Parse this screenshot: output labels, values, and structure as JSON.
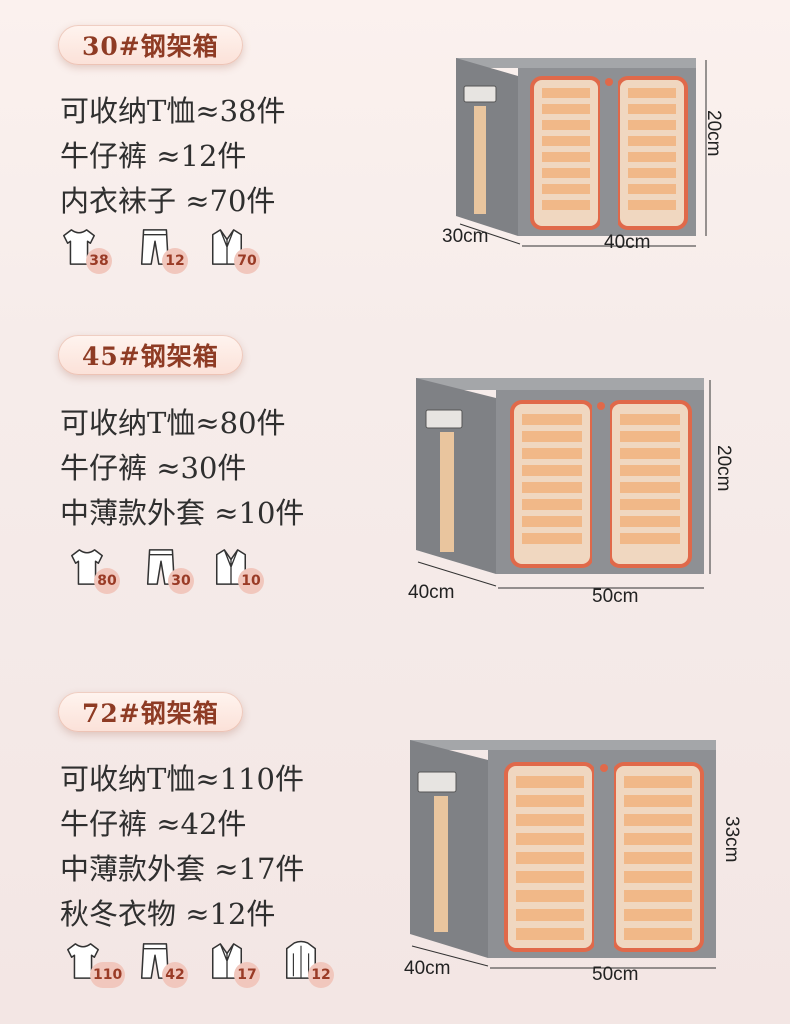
{
  "sections": [
    {
      "title": "30#钢架箱",
      "lines": [
        "可收纳T恤≈38件",
        "牛仔裤 ≈12件",
        "内衣袜子 ≈70件"
      ],
      "icons": [
        {
          "icon": "tshirt-icon",
          "count": "38"
        },
        {
          "icon": "pants-icon",
          "count": "12"
        },
        {
          "icon": "jacket-icon",
          "count": "70"
        }
      ],
      "dims": {
        "height": "20cm",
        "depth": "30cm",
        "width": "40cm"
      }
    },
    {
      "title": "45#钢架箱",
      "lines": [
        "可收纳T恤≈80件",
        "牛仔裤 ≈30件",
        "中薄款外套 ≈10件"
      ],
      "icons": [
        {
          "icon": "tshirt-icon",
          "count": "80"
        },
        {
          "icon": "pants-icon",
          "count": "30"
        },
        {
          "icon": "jacket-icon",
          "count": "10"
        }
      ],
      "dims": {
        "height": "20cm",
        "depth": "40cm",
        "width": "50cm"
      }
    },
    {
      "title": "72#钢架箱",
      "lines": [
        "可收纳T恤≈110件",
        "牛仔裤 ≈42件",
        "中薄款外套 ≈17件",
        "秋冬衣物 ≈12件"
      ],
      "icons": [
        {
          "icon": "tshirt-icon",
          "count": "110"
        },
        {
          "icon": "pants-icon",
          "count": "42"
        },
        {
          "icon": "jacket-icon",
          "count": "17"
        },
        {
          "icon": "coat-icon",
          "count": "12"
        }
      ],
      "dims": {
        "height": "33cm",
        "depth": "40cm",
        "width": "50cm"
      }
    }
  ],
  "colors": {
    "accent": "#8e3b24",
    "badge": "#f1c7bd",
    "box_fabric": "#8b8d90",
    "zipper": "#e0694a"
  }
}
